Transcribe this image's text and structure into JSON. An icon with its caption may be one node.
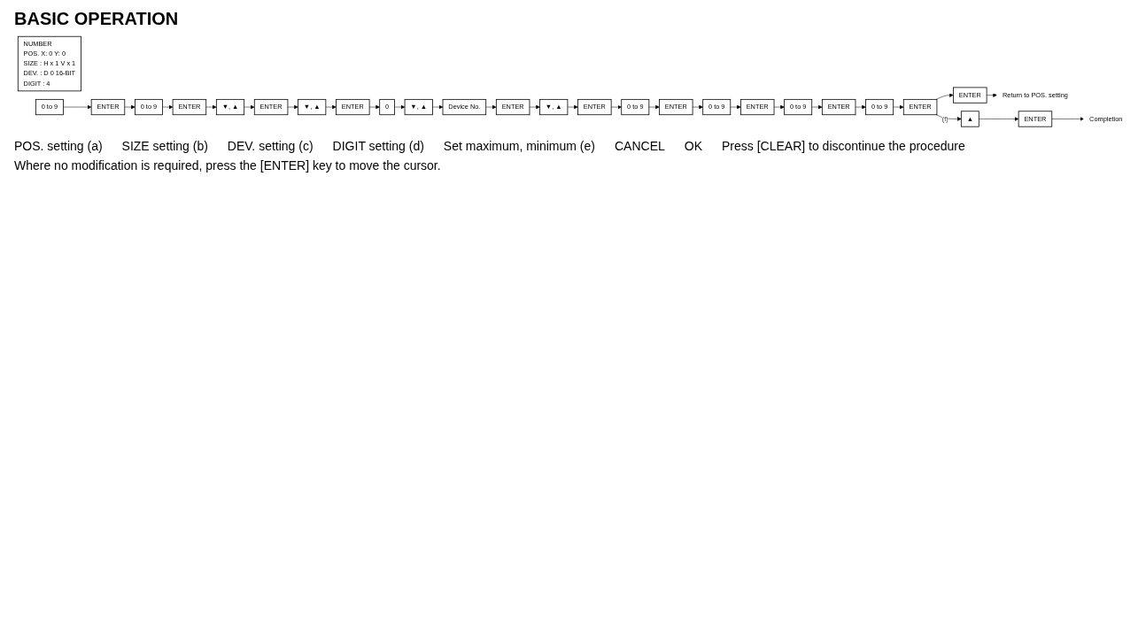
{
  "diagram": {
    "title": "BASIC OPERATION",
    "nodes": [
      {
        "text": [
          "NUMBER",
          "POS. X: 0 Y: 0",
          "SIZE : H x 1 V x 1",
          "DEV. : D 0 16-BIT",
          "DIGIT : 4"
        ]
      },
      {
        "text": [
          "0 to 9"
        ]
      },
      {
        "text": [
          "ENTER"
        ]
      },
      {
        "text": [
          "0 to 9"
        ]
      },
      {
        "text": [
          "ENTER"
        ]
      },
      {
        "text": [
          "▼, ▲"
        ]
      },
      {
        "text": [
          "ENTER"
        ]
      },
      {
        "text": [
          "▼, ▲"
        ]
      },
      {
        "text": [
          "ENTER"
        ]
      },
      {
        "text": [
          "0"
        ]
      },
      {
        "text": [
          "▼, ▲"
        ]
      },
      {
        "text": [
          "Device No."
        ]
      },
      {
        "text": [
          "ENTER"
        ]
      },
      {
        "text": [
          "▼, ▲"
        ]
      },
      {
        "text": [
          "ENTER"
        ]
      },
      {
        "text": [
          "0 to 9"
        ]
      },
      {
        "text": [
          "ENTER"
        ]
      },
      {
        "text": [
          "0 to 9"
        ]
      },
      {
        "text": [
          "ENTER"
        ]
      },
      {
        "text": [
          "0 to 9"
        ]
      },
      {
        "text": [
          "ENTER"
        ]
      },
      {
        "text": [
          "0 to 9"
        ]
      },
      {
        "text": [
          "ENTER"
        ]
      },
      {
        "text": [
          "ENTER"
        ]
      },
      {
        "text": [
          "Return to POS. setting"
        ]
      },
      {
        "text": [
          "▲"
        ]
      },
      {
        "text": [
          "ENTER"
        ]
      },
      {
        "text": [
          "Completion"
        ]
      }
    ],
    "edges": [
      {
        "from": 1,
        "to": 2,
        "arrow": "to"
      },
      {
        "from": 2,
        "to": 3,
        "arrow": "to"
      },
      {
        "from": 3,
        "to": 4,
        "arrow": "to"
      },
      {
        "from": 4,
        "to": 5,
        "arrow": "to"
      },
      {
        "from": 5,
        "to": 6,
        "arrow": "to"
      },
      {
        "from": 6,
        "to": 7,
        "arrow": "to"
      },
      {
        "from": 7,
        "to": 8,
        "arrow": "to"
      },
      {
        "from": 8,
        "to": 9,
        "arrow": "to"
      },
      {
        "from": 9,
        "to": 10,
        "arrow": "to"
      },
      {
        "from": 10,
        "to": 11,
        "arrow": "to"
      },
      {
        "from": 11,
        "to": 12,
        "arrow": "to"
      },
      {
        "from": 12,
        "to": 13,
        "arrow": "to"
      },
      {
        "from": 13,
        "to": 14,
        "arrow": "to"
      },
      {
        "from": 14,
        "to": 15,
        "arrow": "to"
      },
      {
        "from": 15,
        "to": 16,
        "arrow": "to"
      },
      {
        "from": 16,
        "to": 17,
        "arrow": "to"
      },
      {
        "from": 17,
        "to": 18,
        "arrow": "to"
      },
      {
        "from": 18,
        "to": 19,
        "arrow": "to"
      },
      {
        "from": 19,
        "to": 20,
        "arrow": "to"
      },
      {
        "from": 20,
        "to": 21,
        "arrow": "to"
      },
      {
        "from": 21,
        "to": 22,
        "arrow": "to"
      },
      {
        "from": 22,
        "to": 23,
        "arrow": "to"
      },
      {
        "from": 22,
        "to": 25,
        "arrow": "to",
        "label": "(f)"
      },
      {
        "from": 23,
        "to": 24,
        "arrow": "to"
      },
      {
        "from": 25,
        "to": 26,
        "arrow": "to"
      },
      {
        "from": 26,
        "to": 27,
        "arrow": "to"
      }
    ],
    "labels": [
      "POS. setting (a)",
      "SIZE setting (b)",
      "DEV. setting (c)",
      "DIGIT setting (d)",
      "Set maximum, minimum (e)",
      "CANCEL",
      "OK",
      "Press [CLEAR] to discontinue the procedure",
      "Where no modification is required, press the [ENTER] key to move the cursor."
    ]
  }
}
